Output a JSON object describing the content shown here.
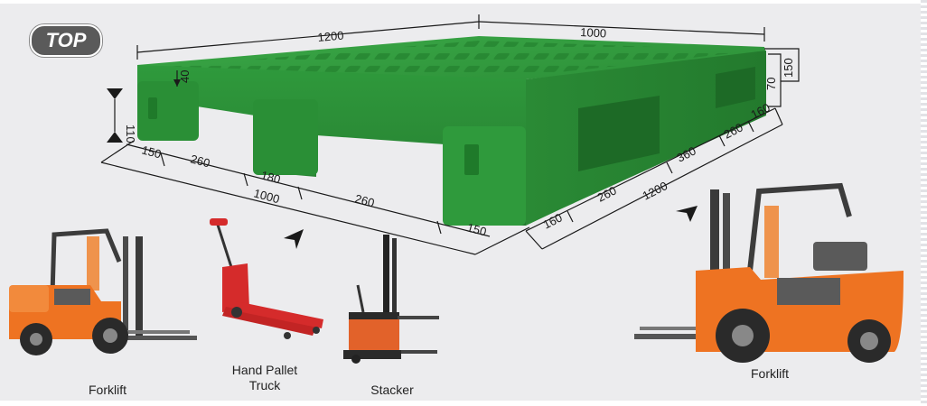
{
  "badge": {
    "label": "TOP"
  },
  "dimensions": {
    "top_length": "1200",
    "top_width": "1000",
    "total_height": "150",
    "side_height": "70",
    "deck_thickness": "40",
    "entry_height": "110",
    "front_segments": [
      "150",
      "260",
      "180",
      "260",
      "150"
    ],
    "front_total": "1000",
    "right_segments": [
      "160",
      "260",
      "360",
      "260",
      "160"
    ],
    "right_total": "1200"
  },
  "equipment": {
    "forklift_left": "Forklift",
    "hand_pallet_truck": "Hand Pallet Truck",
    "stacker": "Stacker",
    "forklift_right": "Forklift"
  },
  "colors": {
    "pallet_green": "#2f9a3c",
    "forklift_orange": "#ee7322",
    "truck_red": "#d52b2b"
  }
}
